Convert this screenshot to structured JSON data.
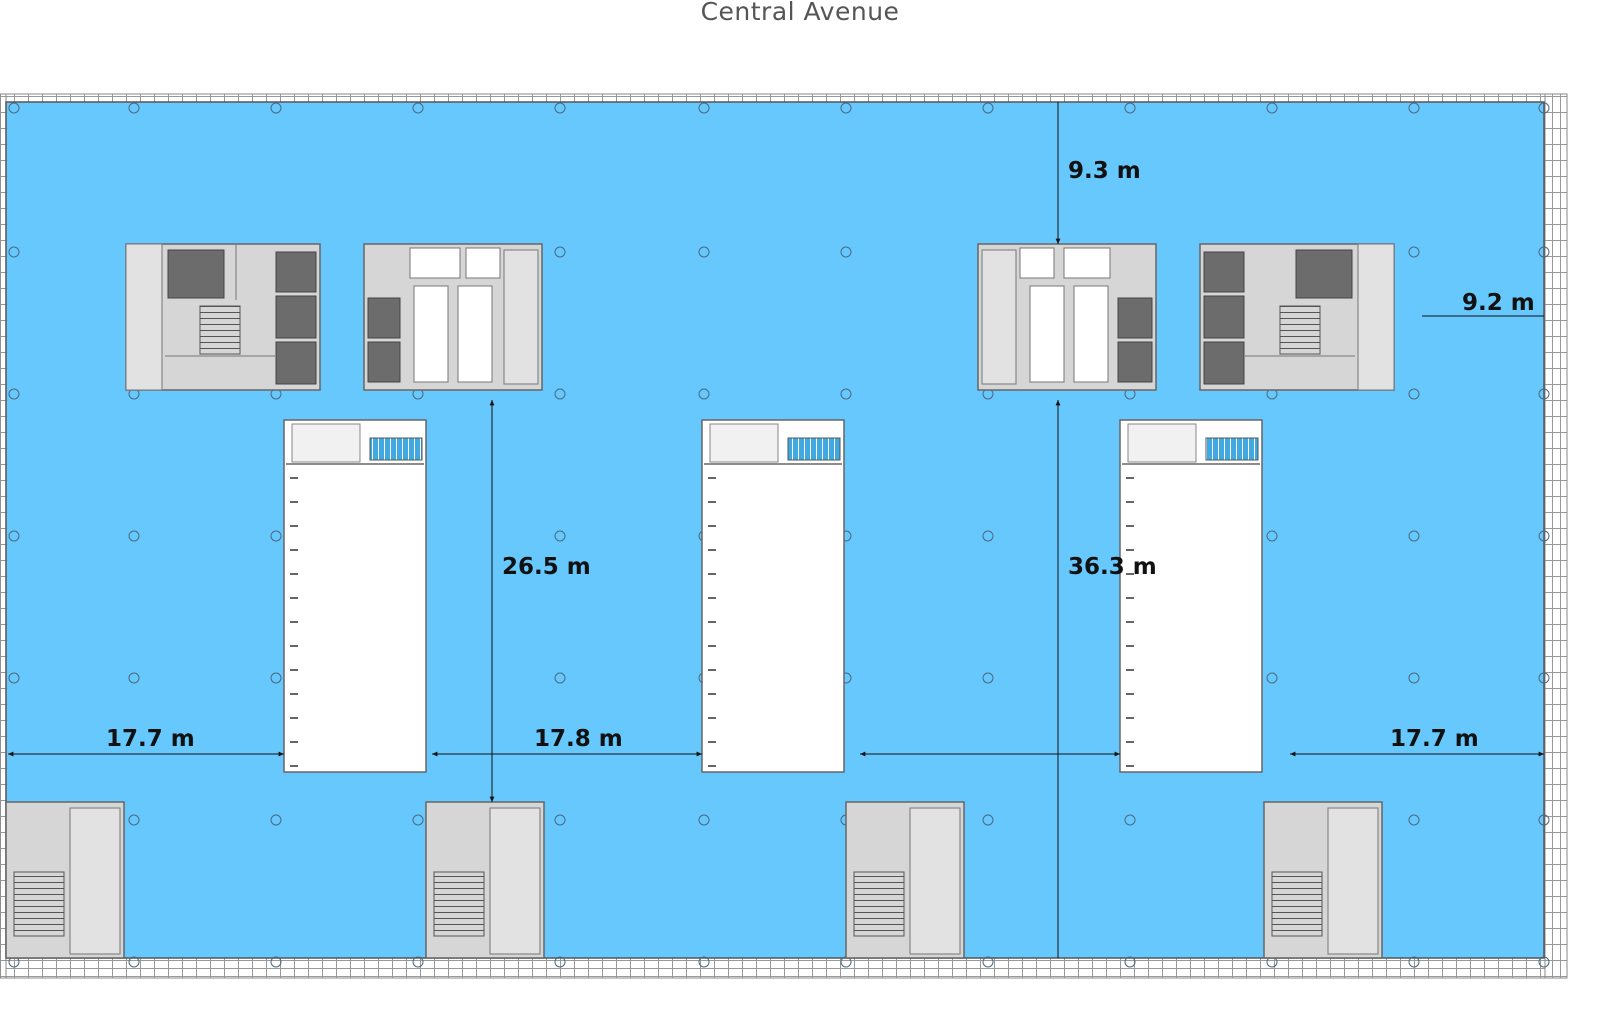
{
  "street_name": "Central Avenue",
  "colors": {
    "floor": "#66c8fd",
    "core": "#d6d6d6",
    "lift": "#6c6c6c",
    "void": "#ffffff",
    "outline": "#777777",
    "dimension": "#111111"
  },
  "dimensions": [
    {
      "id": "dim-top-setback",
      "label": "9.3 m"
    },
    {
      "id": "dim-right-setback",
      "label": "9.2 m"
    },
    {
      "id": "dim-depth-center",
      "label": "26.5 m"
    },
    {
      "id": "dim-depth-right",
      "label": "36.3 m"
    },
    {
      "id": "dim-span-left",
      "label": "17.7 m"
    },
    {
      "id": "dim-span-middle",
      "label": "17.8 m"
    },
    {
      "id": "dim-span-right",
      "label": "17.7 m"
    }
  ],
  "elements": {
    "service_cores": 4,
    "atrium_voids": 3,
    "stair_cores": 4
  }
}
